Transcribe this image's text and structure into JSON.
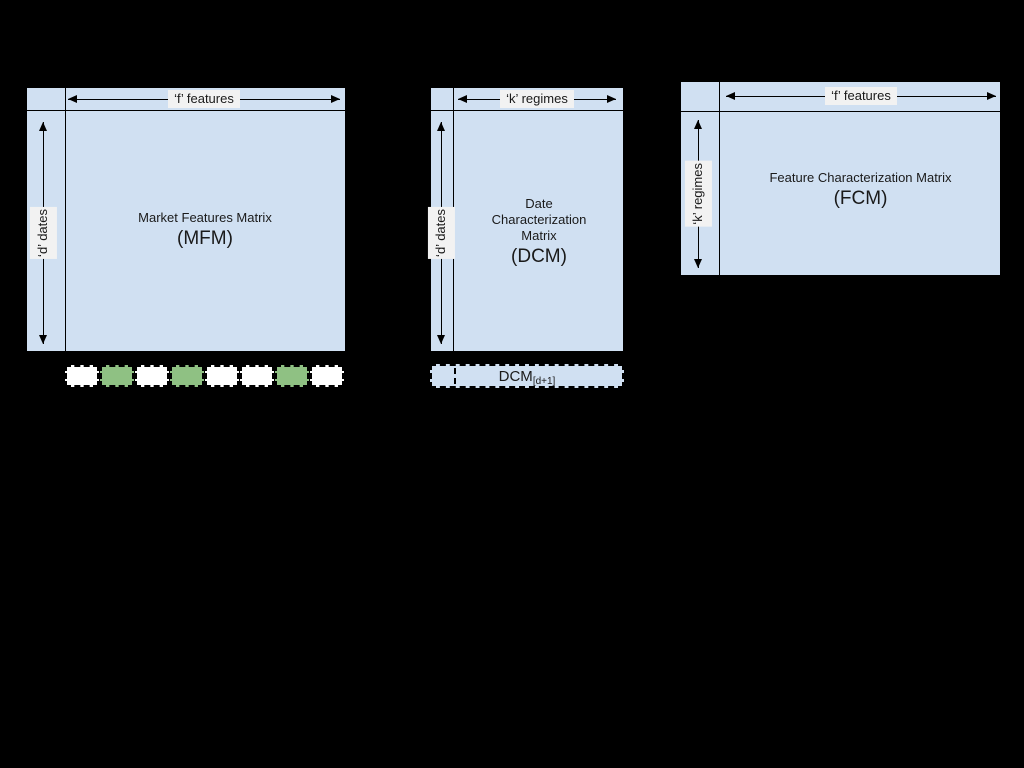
{
  "figure": {
    "background_color": "#000000",
    "matrix_fill_color": "#d0e0f2",
    "highlight_color": "#8fc183",
    "label_chip_color": "#f2f2f2",
    "stroke_color": "#000000"
  },
  "blocks": [
    {
      "id": "mfm",
      "name": "Market Features Matrix",
      "abbr": "(MFM)",
      "top_label": "‘f’ features",
      "side_label": "‘d’ dates"
    },
    {
      "id": "dcm",
      "name": "Date\nCharacterization\nMatrix",
      "name_line1": "Date",
      "name_line2": "Characterization",
      "name_line3": "Matrix",
      "abbr": "(DCM)",
      "top_label": "‘k’ regimes",
      "side_label": "‘d’ dates"
    },
    {
      "id": "fcm",
      "name": "Feature Characterization Matrix",
      "abbr": "(FCM)",
      "top_label": "‘f’ features",
      "side_label": "‘k’ regimes"
    }
  ],
  "mfm_vector_row": {
    "cell_count": 8,
    "cells": [
      {
        "index": 0,
        "filled": false
      },
      {
        "index": 1,
        "filled": true
      },
      {
        "index": 2,
        "filled": false
      },
      {
        "index": 3,
        "filled": true
      },
      {
        "index": 4,
        "filled": false
      },
      {
        "index": 5,
        "filled": false
      },
      {
        "index": 6,
        "filled": true
      },
      {
        "index": 7,
        "filled": false
      }
    ]
  },
  "dcm_strip": {
    "label_main": "DCM",
    "label_sub": "[d+1]"
  }
}
